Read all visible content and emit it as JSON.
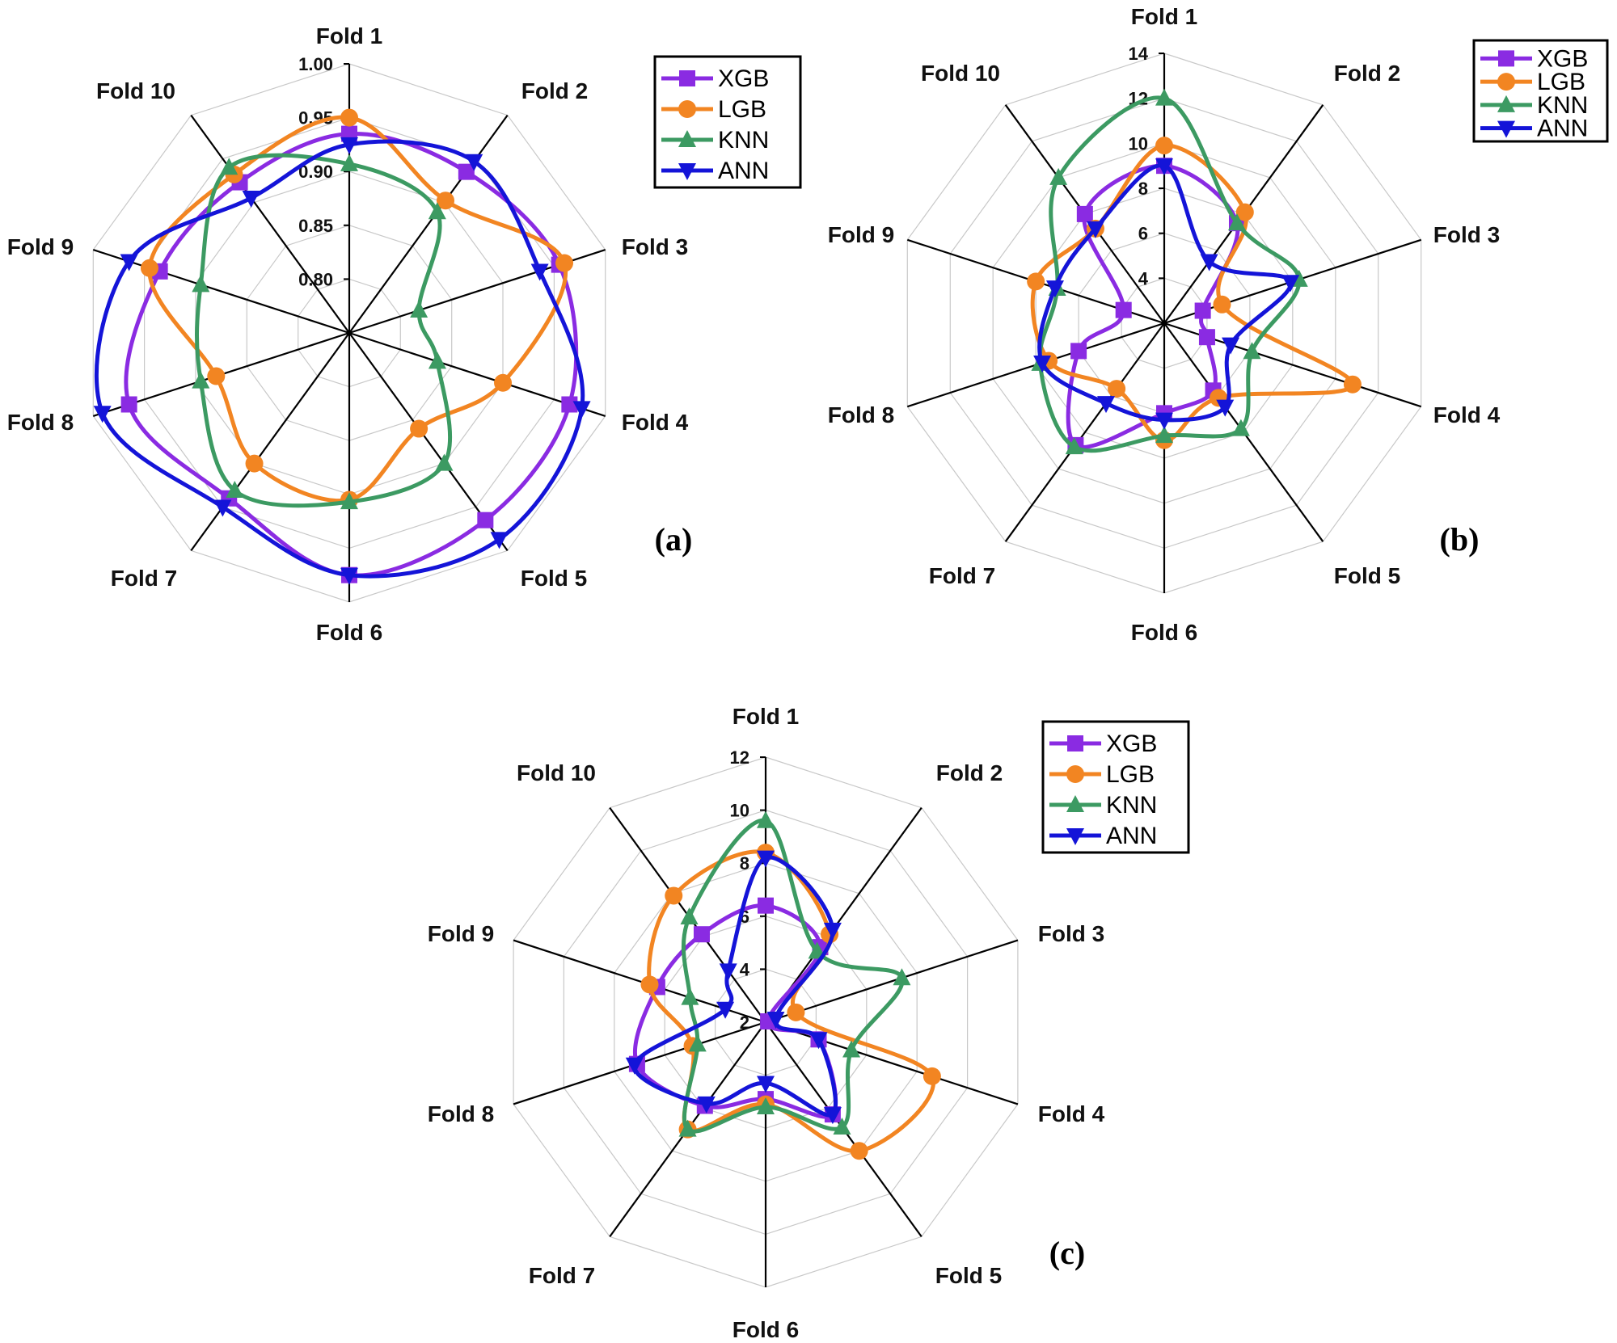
{
  "colors": {
    "XGB": "#8a2be2",
    "LGB": "#f28522",
    "KNN": "#3c9a62",
    "ANN": "#1414d8",
    "grid": "#c8c8c8",
    "axis": "#000000"
  },
  "chart_data": [
    {
      "type": "radar",
      "panel_label": "(a)",
      "categories": [
        "Fold 1",
        "Fold 2",
        "Fold 3",
        "Fold 4",
        "Fold 5",
        "Fold 6",
        "Fold 7",
        "Fold 8",
        "Fold 9",
        "Fold 10"
      ],
      "rlim": [
        0.75,
        1.0
      ],
      "rticks": [
        "0.80",
        "0.85",
        "0.90",
        "0.95",
        "1.00"
      ],
      "grid_rings": 5,
      "legend": [
        "XGB",
        "LGB",
        "KNN",
        "ANN"
      ],
      "legend_position": "top-right",
      "series": [
        {
          "name": "XGB",
          "marker": "square",
          "values": [
            0.935,
            0.935,
            0.955,
            0.965,
            0.965,
            0.975,
            0.94,
            0.965,
            0.935,
            0.923
          ]
        },
        {
          "name": "LGB",
          "marker": "circle",
          "values": [
            0.95,
            0.902,
            0.96,
            0.9,
            0.86,
            0.905,
            0.9,
            0.88,
            0.945,
            0.932
          ]
        },
        {
          "name": "KNN",
          "marker": "triangle-up",
          "values": [
            0.907,
            0.889,
            0.818,
            0.836,
            0.9,
            0.907,
            0.931,
            0.895,
            0.895,
            0.94
          ]
        },
        {
          "name": "ANN",
          "marker": "triangle-down",
          "values": [
            0.925,
            0.947,
            0.936,
            0.977,
            0.987,
            0.975,
            0.95,
            0.991,
            0.965,
            0.905
          ]
        }
      ]
    },
    {
      "type": "radar",
      "panel_label": "(b)",
      "categories": [
        "Fold 1",
        "Fold 2",
        "Fold 3",
        "Fold 4",
        "Fold 5",
        "Fold 6",
        "Fold 7",
        "Fold 8",
        "Fold 9",
        "Fold 10"
      ],
      "rlim": [
        2,
        14
      ],
      "rticks": [
        "4",
        "6",
        "8",
        "10",
        "12",
        "14"
      ],
      "grid_rings": 6,
      "legend": [
        "XGB",
        "LGB",
        "KNN",
        "ANN"
      ],
      "legend_position": "top-right",
      "series": [
        {
          "name": "XGB",
          "marker": "square",
          "values": [
            9.0,
            7.5,
            3.8,
            4.0,
            5.7,
            6.0,
            8.7,
            6.0,
            3.9,
            8.0
          ]
        },
        {
          "name": "LGB",
          "marker": "circle",
          "values": [
            9.9,
            8.1,
            4.7,
            10.8,
            6.1,
            7.2,
            5.6,
            7.4,
            8.0,
            7.2
          ]
        },
        {
          "name": "KNN",
          "marker": "triangle-up",
          "values": [
            12.0,
            7.5,
            8.3,
            6.1,
            7.8,
            7.0,
            8.8,
            7.8,
            7.0,
            10.0
          ]
        },
        {
          "name": "ANN",
          "marker": "triangle-down",
          "values": [
            9.0,
            5.4,
            7.9,
            5.1,
            6.6,
            6.3,
            6.4,
            7.7,
            7.1,
            7.2
          ]
        }
      ]
    },
    {
      "type": "radar",
      "panel_label": "(c)",
      "categories": [
        "Fold 1",
        "Fold 2",
        "Fold 3",
        "Fold 4",
        "Fold 5",
        "Fold 6",
        "Fold 7",
        "Fold 8",
        "Fold 9",
        "Fold 10"
      ],
      "rlim": [
        2,
        12
      ],
      "rticks": [
        "2",
        "4",
        "6",
        "8",
        "10",
        "12"
      ],
      "grid_rings": 5,
      "legend": [
        "XGB",
        "LGB",
        "KNN",
        "ANN"
      ],
      "legend_position": "top-right",
      "series": [
        {
          "name": "XGB",
          "marker": "square",
          "values": [
            6.4,
            5.5,
            2.1,
            4.1,
            6.3,
            4.9,
            5.9,
            7.1,
            6.3,
            6.1
          ]
        },
        {
          "name": "LGB",
          "marker": "circle",
          "values": [
            8.4,
            6.1,
            3.2,
            8.6,
            8.0,
            5.1,
            7.0,
            4.9,
            6.6,
            7.9
          ]
        },
        {
          "name": "KNN",
          "marker": "triangle-up",
          "values": [
            9.6,
            5.3,
            7.4,
            5.4,
            6.9,
            5.2,
            7.0,
            4.7,
            5.0,
            6.9
          ]
        },
        {
          "name": "ANN",
          "marker": "triangle-down",
          "values": [
            8.2,
            6.3,
            2.4,
            4.1,
            6.3,
            4.3,
            5.8,
            7.2,
            3.6,
            4.4
          ]
        }
      ]
    }
  ]
}
